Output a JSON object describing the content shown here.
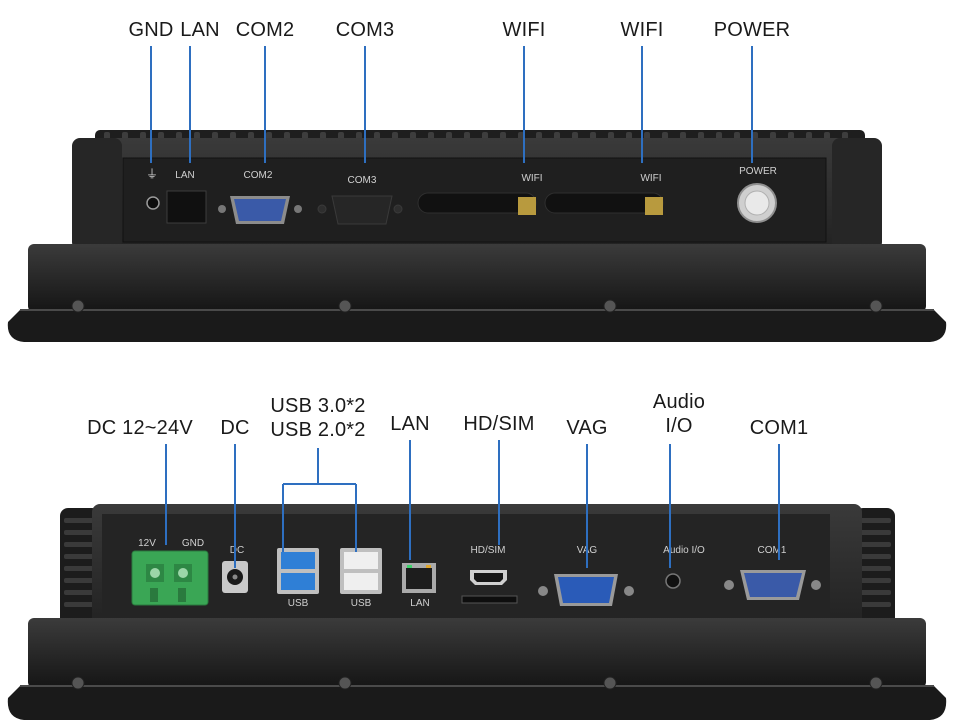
{
  "top_panel": {
    "callouts": [
      "GND",
      "LAN",
      "COM2",
      "COM3",
      "WIFI",
      "WIFI",
      "POWER"
    ],
    "panel_labels": [
      "LAN",
      "COM2",
      "COM3",
      "WIFI",
      "WIFI",
      "POWER"
    ]
  },
  "bottom_panel": {
    "callouts": {
      "dc_range": "DC 12~24V",
      "dc": "DC",
      "usb_line1": "USB 3.0*2",
      "usb_line2": "USB 2.0*2",
      "lan": "LAN",
      "hd_sim": "HD/SIM",
      "vag": "VAG",
      "audio_line1": "Audio",
      "audio_line2": "I/O",
      "com1": "COM1"
    },
    "panel_labels": {
      "v12": "12V",
      "gnd": "GND",
      "dc": "DC",
      "usb_a": "USB",
      "usb_b": "USB",
      "lan": "LAN",
      "hd_sim": "HD/SIM",
      "vag": "VAG",
      "audio": "Audio I/O",
      "com1": "COM1"
    }
  },
  "colors": {
    "leader": "#2e6fc0",
    "chassis": "#2b2b2b",
    "usb3": "#2f7fd6",
    "terminal": "#3aa655"
  }
}
